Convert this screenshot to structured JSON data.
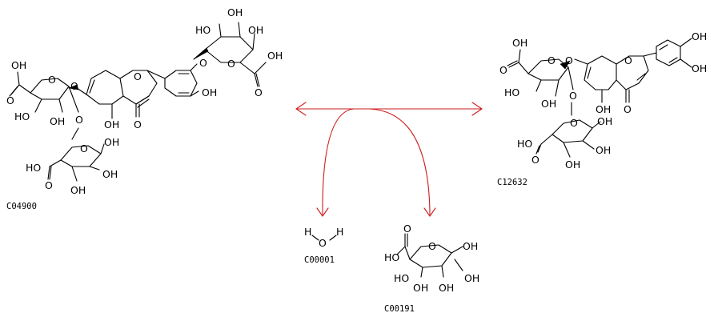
{
  "compounds": {
    "left": {
      "id": "C04900"
    },
    "right": {
      "id": "C12632"
    },
    "water": {
      "id": "C00001"
    },
    "glucuronate": {
      "id": "C00191"
    }
  },
  "atoms": {
    "hydroxyl": "OH",
    "hydroxyl_left": "HO",
    "oxygen": "O",
    "hydrogen": "H"
  },
  "colors": {
    "arrow": "#cc1b1b",
    "structure": "#000000",
    "background": "#ffffff"
  }
}
